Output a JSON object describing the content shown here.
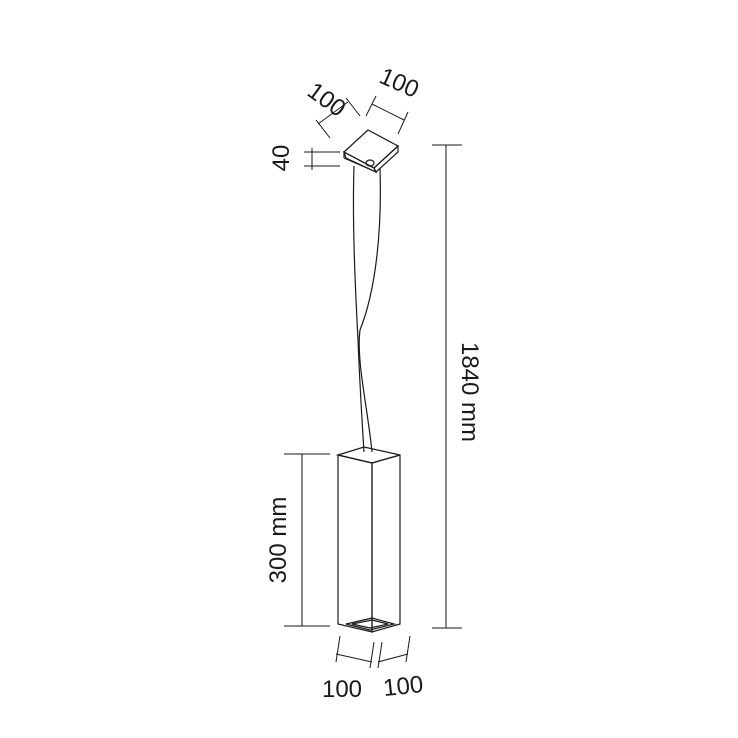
{
  "colors": {
    "ink": "#1a1a1a",
    "background": "#ffffff"
  },
  "dimensions": {
    "canopy_width_left": "100",
    "canopy_width_right": "100",
    "canopy_height": "40",
    "total_drop": "1840 mm",
    "shade_height": "300 mm",
    "shade_width_left": "100",
    "shade_width_right": "100"
  }
}
